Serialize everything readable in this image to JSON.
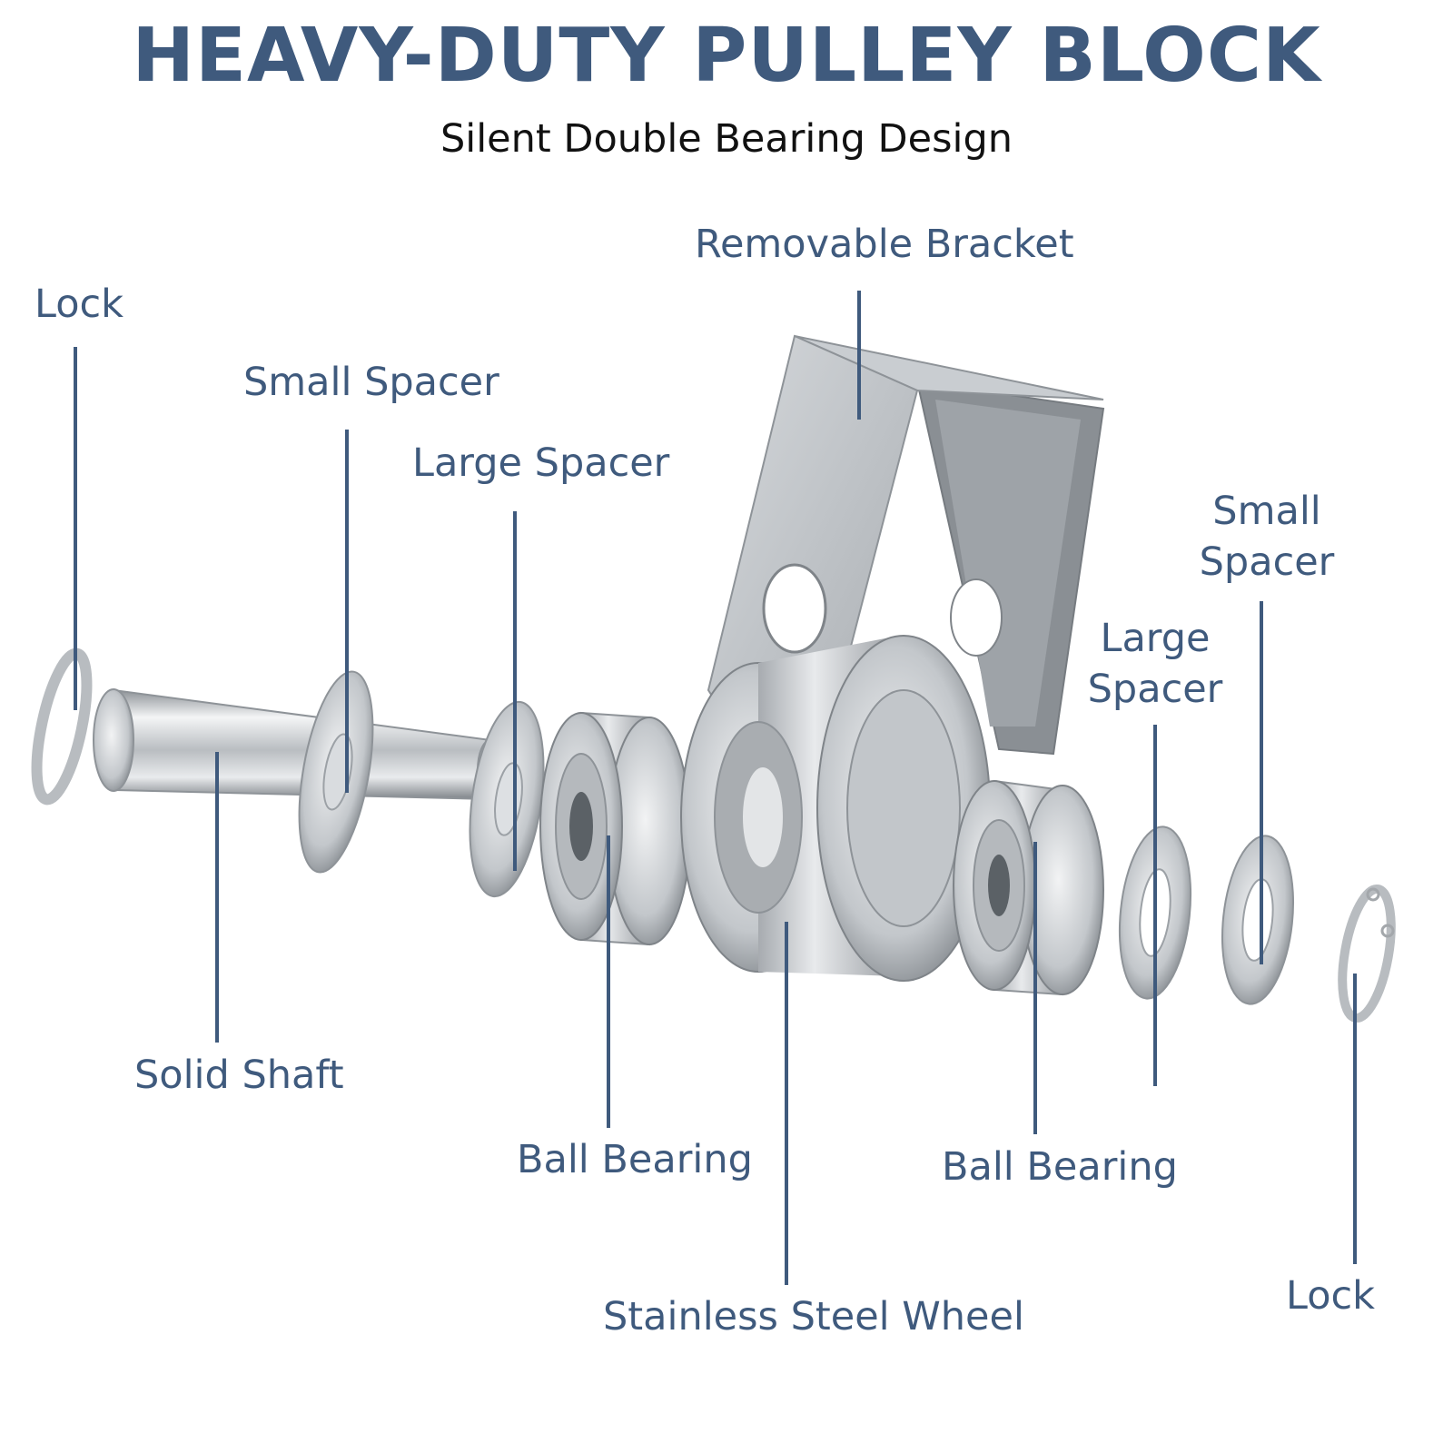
{
  "header": {
    "title": "HEAVY-DUTY PULLEY BLOCK",
    "subtitle": "Silent Double Bearing Design"
  },
  "labels": {
    "removable_bracket": "Removable Bracket",
    "lock_left": "Lock",
    "small_spacer_left": "Small Spacer",
    "large_spacer_left": "Large Spacer",
    "small_spacer_right_line1": "Small",
    "small_spacer_right_line2": "Spacer",
    "large_spacer_right_line1": "Large",
    "large_spacer_right_line2": "Spacer",
    "solid_shaft": "Solid Shaft",
    "ball_bearing_left": "Ball Bearing",
    "ball_bearing_right": "Ball Bearing",
    "stainless_steel_wheel": "Stainless Steel Wheel",
    "lock_right": "Lock"
  },
  "colors": {
    "accent": "#3f5a7d",
    "subtitle": "#111111",
    "metal": "#c8ccd0"
  }
}
